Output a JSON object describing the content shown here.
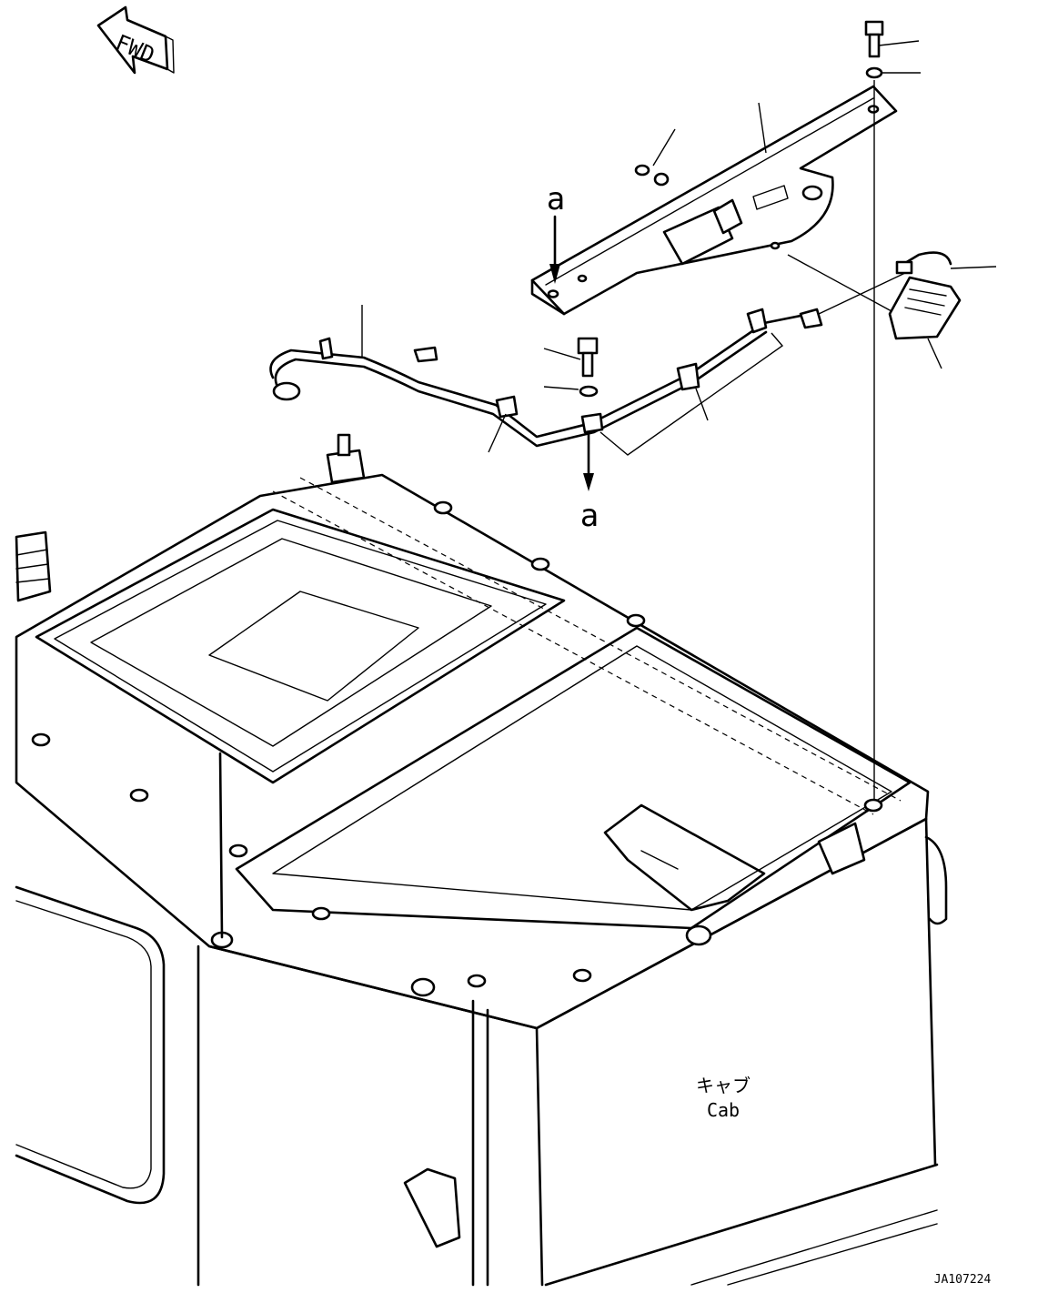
{
  "fwd_label": "FWD",
  "arrow_label_a": "a",
  "cab_label_jp": "キャブ",
  "cab_label_en": "Cab",
  "drawing_code": "JA107224"
}
